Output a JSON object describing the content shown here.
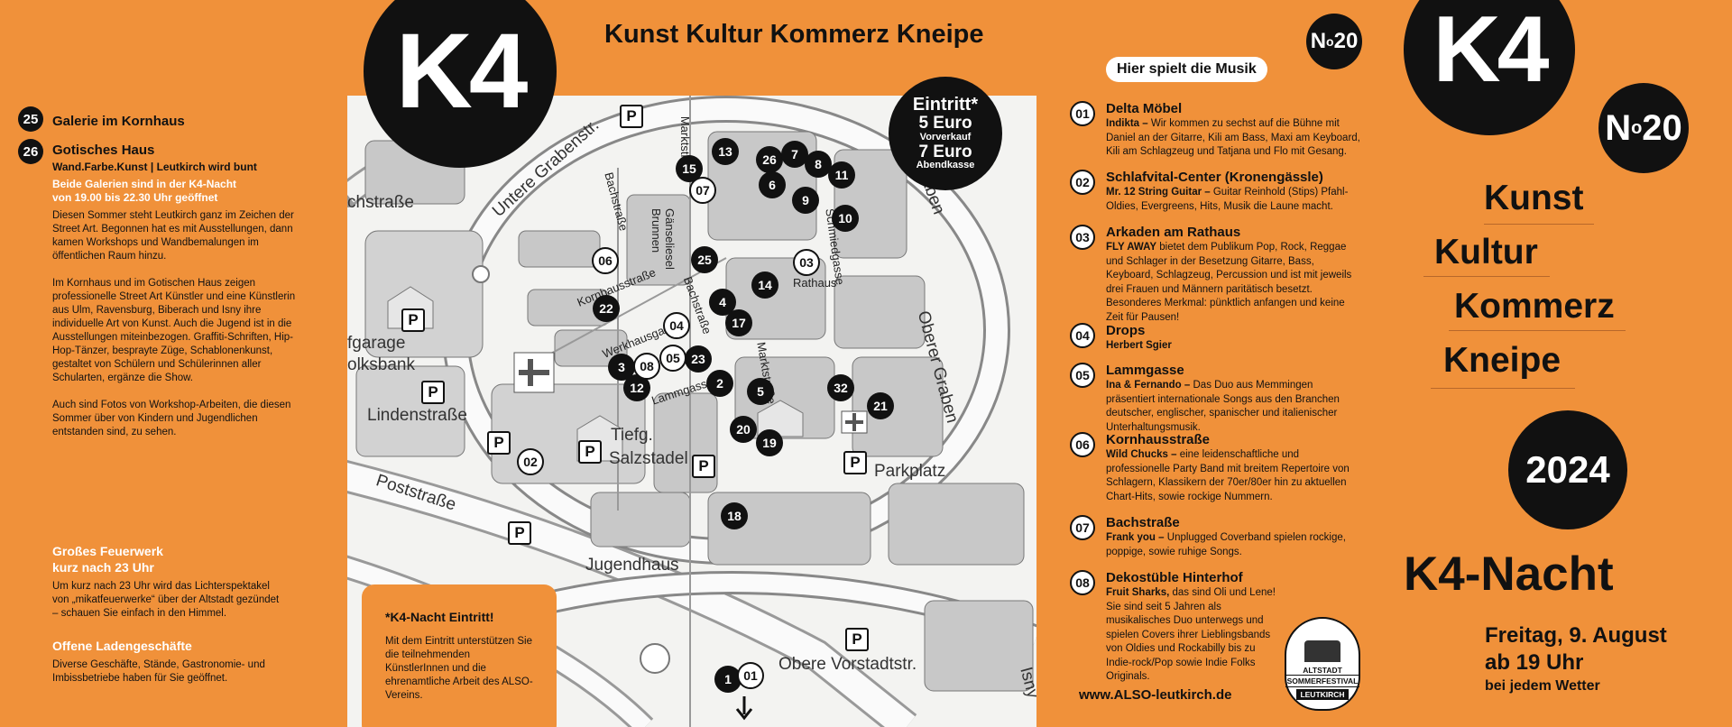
{
  "left": {
    "items": [
      {
        "num": "25",
        "title": "Galerie im Kornhaus"
      },
      {
        "num": "26",
        "title": "Gotisches Haus",
        "subtitle": "Wand.Farbe.Kunst | Leutkirch wird bunt"
      }
    ],
    "galleries_note_1": "Beide Galerien sind in der K4-Nacht",
    "galleries_note_2": "von 19.00 bis 22.30 Uhr geöffnet",
    "para1": "Diesen Sommer steht Leutkirch ganz im Zeichen der Street Art. Begonnen hat es mit Ausstellungen, dann kamen Workshops und Wandbemalungen im öffentlichen Raum hinzu.",
    "para2": "Im Kornhaus und im Gotischen Haus zeigen professionelle Street Art Künstler und eine Künstlerin aus Ulm, Ravensburg, Biberach und Isny ihre individuelle Art von Kunst. Auch die Jugend ist in die Ausstellungen miteinbezogen. Graffiti-Schriften, Hip-Hop-Tänzer, besprayte Züge, Schablonenkunst, gestaltet von Schülern und Schülerinnen aller Schularten, ergänze die Show.",
    "para3": "Auch sind Fotos von Workshop-Arbeiten, die diesen Sommer über von Kindern und Jugendlichen entstanden sind, zu sehen.",
    "fireworks_title_1": "Großes Feuerwerk",
    "fireworks_title_2": "kurz nach 23 Uhr",
    "fireworks_text": "Um kurz nach 23 Uhr wird das Lichterspektakel von „mikatfeuerwerke“ über der Altstadt gezündet – schauen Sie einfach in den Himmel.",
    "shops_title": "Offene Ladengeschäfte",
    "shops_text": "Diverse Geschäfte, Stände, Gastronomie- und Imbissbetriebe haben für Sie geöffnet."
  },
  "center": {
    "logo": "K4",
    "tagline": "Kunst Kultur Kommerz Kneipe",
    "entry": {
      "title": "Eintritt*",
      "price1": "5 Euro",
      "label1": "Vorverkauf",
      "price2": "7 Euro",
      "label2": "Abendkasse"
    },
    "note_title": "*K4-Nacht Eintritt!",
    "note_text": "Mit dem Eintritt unterstützen Sie die teilnehmenden KünstlerInnen und die ehrenamtliche Arbeit des ALSO-Vereins.",
    "streets": {
      "untere_graben": "Untere Grabenstr.",
      "obere_graben": "Oberer Graben",
      "bachstrasse_left": "chstraße",
      "marktstrasse": "Marktstraße",
      "bachstrasse": "Bachstraße",
      "gaenseliesel": "Gänseliesel Brunnen",
      "schmiedgasse": "Schmiedgasse",
      "rathaus": "Rathaus",
      "kornhausstrasse": "Kornhausstraße",
      "werkhausgasse": "Werkhausgasse",
      "bachstrasse2": "Bachstraße",
      "lammgasse": "Lammgasse",
      "marktstrasse2": "Marktstraße",
      "garage1": "fgarage",
      "garage2": "olksbank",
      "lindenstrasse": "Lindenstraße",
      "tiefg": "Tiefg.",
      "salzstadel": "Salzstadel",
      "poststrasse": "Poststraße",
      "parkplatz": "Parkplatz",
      "jugendhaus": "Jugendhaus",
      "obere_vorstadt": "Obere Vorstadtstr.",
      "isny": "Isny"
    },
    "parking_letter": "P",
    "pins_black": [
      "13",
      "15",
      "26",
      "7",
      "8",
      "11",
      "6",
      "9",
      "10",
      "25",
      "14",
      "4",
      "17",
      "22",
      "3",
      "23",
      "12",
      "2",
      "5",
      "32",
      "21",
      "20",
      "19",
      "18",
      "1"
    ],
    "pins_white": [
      "07",
      "06",
      "03",
      "04",
      "05",
      "08",
      "02",
      "01"
    ]
  },
  "music": {
    "header": "Hier spielt die Musik",
    "issue": "20",
    "issue_prefix": "N",
    "issue_sup": "o",
    "acts": [
      {
        "num": "01",
        "title": "Delta Möbel",
        "lead": "Indikta –",
        "desc": " Wir kommen zu sechst auf die Bühne mit Daniel an der Gitarre, Kili am Bass, Maxi am Keyboard, Kili am Schlagzeug und Tatjana und Flo mit Gesang."
      },
      {
        "num": "02",
        "title": "Schlafvital-Center (Kronengässle)",
        "lead": "Mr. 12 String Guitar –",
        "desc": " Guitar Reinhold (Stips) Pfahl-Oldies, Evergreens, Hits, Musik die Laune macht."
      },
      {
        "num": "03",
        "title": "Arkaden am Rathaus",
        "lead": "FLY AWAY",
        "desc": " bietet dem Publikum Pop, Rock, Reggae und Schlager in der Besetzung Gitarre, Bass, Keyboard, Schlagzeug, Percussion und ist mit jeweils drei Frauen und Männern paritätisch besetzt. Besonderes Merkmal: pünktlich anfangen und keine Zeit für Pausen!"
      },
      {
        "num": "04",
        "title": "Drops",
        "lead": "Herbert Sgier",
        "desc": ""
      },
      {
        "num": "05",
        "title": "Lammgasse",
        "lead": "Ina & Fernando –",
        "desc": " Das Duo aus Memmingen präsentiert internationale Songs aus den Branchen deutscher, englischer, spanischer und italienischer Unterhaltungsmusik."
      },
      {
        "num": "06",
        "title": "Kornhausstraße",
        "lead": "Wild Chucks –",
        "desc": " eine leidenschaftliche und professionelle Party Band mit breitem Repertoire von Schlagern, Klassikern der 70er/80er hin zu aktuellen Chart-Hits, sowie rockige Nummern."
      },
      {
        "num": "07",
        "title": "Bachstraße",
        "lead": "Frank you –",
        "desc": " Unplugged Coverband spielen rockige, poppige, sowie ruhige Songs."
      },
      {
        "num": "08",
        "title": "Dekostüble Hinterhof",
        "lead": "Fruit Sharks,",
        "desc": " das sind Oli und Lene! Sie sind seit 5 Jahren als musikalisches Duo unterwegs und spielen Covers ihrer Lieblingsbands von Oldies und Rockabilly bis zu Indie-rock/Pop sowie Indie Folks Originals."
      }
    ],
    "website": "www.ALSO-leutkirch.de",
    "stamp_top": "ALTSTADT",
    "stamp_mid": "SOMMERFESTIVAL",
    "stamp_bottom": "LEUTKIRCH"
  },
  "right": {
    "logo": "K4",
    "issue": "20",
    "words": [
      "Kunst",
      "Kultur",
      "Kommerz",
      "Kneipe"
    ],
    "year": "2024",
    "event": "K4-Nacht",
    "date": "Freitag, 9. August",
    "time": "ab 19 Uhr",
    "weather": "bei jedem Wetter"
  }
}
